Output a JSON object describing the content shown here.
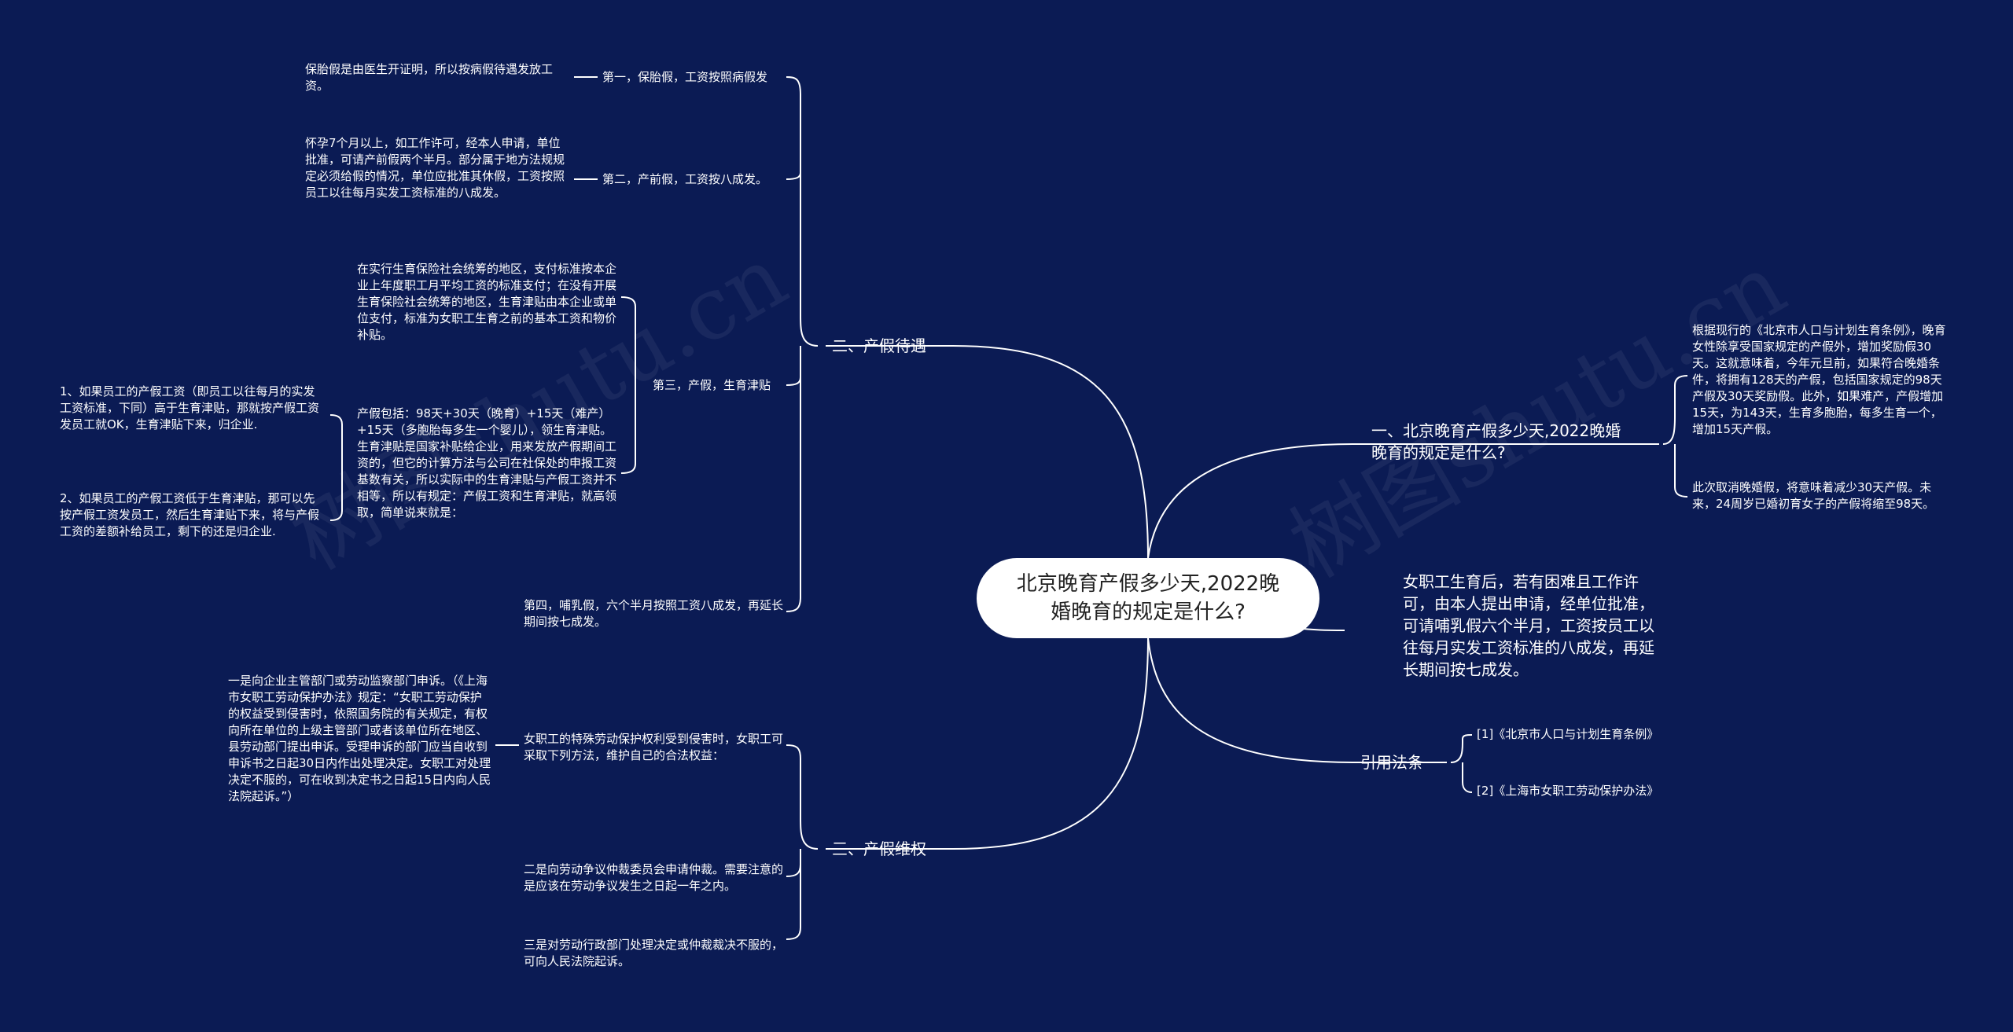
{
  "watermark": "树图shutu.cn",
  "root": {
    "title": "北京晚育产假多少天,2022晚婚晚育的规定是什么?"
  },
  "left": {
    "branch2": {
      "label": "二、产假待遇",
      "items": [
        {
          "label": "第一，保胎假，工资按照病假发",
          "detail": "保胎假是由医生开证明，所以按病假待遇发放工资。"
        },
        {
          "label": "第二，产前假，工资按八成发。",
          "detail": "怀孕7个月以上，如工作许可，经本人申请，单位批准，可请产前假两个半月。部分属于地方法规规定必须给假的情况，单位应批准其休假，工资按照员工以往每月实发工资标准的八成发。"
        },
        {
          "label": "第三，产假，生育津贴",
          "detail_a": "在实行生育保险社会统筹的地区，支付标准按本企业上年度职工月平均工资的标准支付；在没有开展生育保险社会统筹的地区，生育津贴由本企业或单位支付，标准为女职工生育之前的基本工资和物价补贴。",
          "detail_b": "产假包括：98天+30天（晚育）+15天（难产）+15天（多胞胎每多生一个婴儿），领生育津贴。生育津贴是国家补贴给企业，用来发放产假期间工资的，但它的计算方法与公司在社保处的申报工资基数有关，所以实际中的生育津贴与产假工资并不相等，所以有规定：产假工资和生育津贴，就高领取，简单说来就是：",
          "sub": [
            "1、如果员工的产假工资（即员工以往每月的实发工资标准，下同）高于生育津贴，那就按产假工资发员工就OK，生育津贴下来，归企业.",
            "2、如果员工的产假工资低于生育津贴，那可以先按产假工资发员工，然后生育津贴下来，将与产假工资的差额补给员工，剩下的还是归企业."
          ]
        },
        {
          "label": "第四，哺乳假，六个半月按照工资八成发，再延长期间按七成发。"
        }
      ]
    },
    "branch3": {
      "label": "三、产假维权",
      "items": [
        {
          "label": "女职工的特殊劳动保护权利受到侵害时，女职工可采取下列方法，维护自己的合法权益：",
          "detail": "一是向企业主管部门或劳动监察部门申诉。（《上海市女职工劳动保护办法》规定：“女职工劳动保护的权益受到侵害时，依照国务院的有关规定，有权向所在单位的上级主管部门或者该单位所在地区、县劳动部门提出申诉。受理申诉的部门应当自收到申诉书之日起30日内作出处理决定。女职工对处理决定不服的，可在收到决定书之日起15日内向人民法院起诉。”）"
        },
        {
          "label": "二是向劳动争议仲裁委员会申请仲裁。需要注意的是应该在劳动争议发生之日起一年之内。"
        },
        {
          "label": "三是对劳动行政部门处理决定或仲裁裁决不服的，可向人民法院起诉。"
        }
      ]
    }
  },
  "right": {
    "branch1": {
      "label": "一、北京晚育产假多少天,2022晚婚晚育的规定是什么?",
      "items": [
        "根据现行的《北京市人口与计划生育条例》，晚育女性除享受国家规定的产假外，增加奖励假30天。这就意味着，今年元旦前，如果符合晚婚条件，将拥有128天的产假，包括国家规定的98天产假及30天奖励假。此外，如果难产，产假增加15天，为143天，生育多胞胎，每多生育一个，增加15天产假。",
        "此次取消晚婚假，将意味着减少30天产假。未来，24周岁已婚初育女子的产假将缩至98天。"
      ]
    },
    "branch_mid": {
      "label": "女职工生育后，若有困难且工作许可，由本人提出申请，经单位批准，可请哺乳假六个半月，工资按员工以往每月实发工资标准的八成发，再延长期间按七成发。"
    },
    "branch_ref": {
      "label": "引用法条",
      "items": [
        "[1]《北京市人口与计划生育条例》",
        "[2]《上海市女职工劳动保护办法》"
      ]
    }
  },
  "colors": {
    "background": "#0b1b54",
    "line": "#ffffff",
    "root_fill": "#ffffff",
    "root_text": "#222222"
  }
}
